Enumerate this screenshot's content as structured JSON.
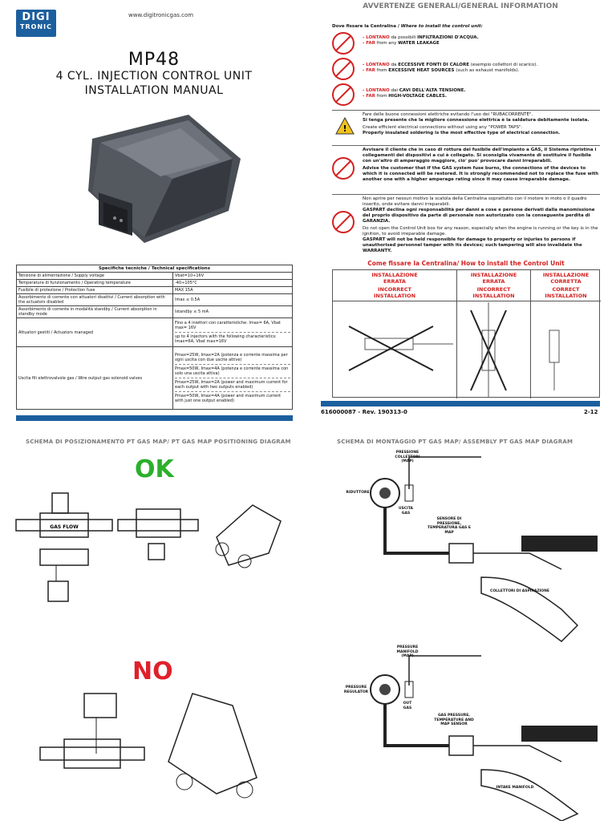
{
  "brand": {
    "logo_line1": "DIGI",
    "logo_line2": "TRONIC",
    "website": "www.digitronicgas.com"
  },
  "product": {
    "model": "MP48",
    "subtitle_line1": "4 CYL. INJECTION CONTROL UNIT",
    "subtitle_line2": "INSTALLATION MANUAL"
  },
  "specs": {
    "header": "Specifiche tecniche  / Technical specifications",
    "rows": [
      {
        "label": "Tensione di alimentazione / Supply voltage",
        "value": "Vbat=10÷16V"
      },
      {
        "label": "Temperatura di funzionamento / Operating temperature",
        "value": "-40÷105°C"
      },
      {
        "label": "Fusibile di protezione / Protection fuse",
        "value": "MAX 15A"
      },
      {
        "label": "Assorbimento di corrente con attuatori disattivi / Current absorption with the actuators disabled",
        "value": "Imax ≤ 0.5A"
      },
      {
        "label": "Assorbimento di corrente in modalità standby / Current absorption in standby mode",
        "value": "Istandby ≤ 5 mA"
      }
    ],
    "actuators_label": "Attuatori gestiti / Actuators managed",
    "actuators_values": [
      "Fino a 4 iniettori con caratteristiche: Imax= 6A, Vbat max= 16V",
      "up to 4 injectors with the following characteristics: Imax=6A, Vbat max=16V"
    ],
    "wire_label": "Uscita fili elettrovalvole gas / Wire output gas solenoid valves",
    "wire_values": [
      "Pmax=25W, Imax=2A (potenza e corrente massima per ogni uscita con due uscite attive)",
      "Pmax=50W, Imax=4A (potenza e corrente massima con solo una uscita attiva)",
      "Pmax=25W, Imax=2A (power and maximum current for each output with two outputs enabled)",
      "Pmax=50W, Imax=4A (power and maximum current with just one output enabled)"
    ]
  },
  "general_info": {
    "title": "AVVERTENZE GENERALI/GENERAL INFORMATION",
    "where_title": "Dove fissare la Centralina / ",
    "where_title_en": "Where to install the control unit:",
    "w1_it_a": "- LONTANO ",
    "w1_it_b": "da possibili ",
    "w1_it_c": "INFILTRAZIONI D'ACQUA.",
    "w1_en_a": "- FAR ",
    "w1_en_b": "from any ",
    "w1_en_c": "WATER LEAKAGE",
    "w2_it_a": "- LONTANO ",
    "w2_it_b": "da ",
    "w2_it_c": "ECCESSIVE FONTI DI CALORE",
    "w2_it_d": " (esempio collettori di scarico).",
    "w2_en_a": "- FAR ",
    "w2_en_b": "from ",
    "w2_en_c": "EXCESSIVE HEAT SOURCES",
    "w2_en_d": " (such as exhaust manifolds).",
    "w3_it_a": "- LONTANO ",
    "w3_it_b": "dai ",
    "w3_it_c": "CAVI DELL'ALTA TENSIONE.",
    "w3_en_a": "- FAR ",
    "w3_en_b": "from ",
    "w3_en_c": "HIGH-VOLTAGE CABLES.",
    "p1_it": "Fare delle buone connessioni elettriche evitando l'uso dei \"RUBACORRENTE\".",
    "p1_it_b": "Si tenga presente che la migliore connessione elettrica è la saldatura debitamente isolata.",
    "p1_en": "Create efficient electrical connections without using any \"POWER TAPS\".",
    "p1_en_b": "Properly insulated soldering is the most effective type of electrical connection.",
    "p2_it": "Avvisare il cliente che in caso di rottura del fusibile dell'impianto a GAS, il Sistema ripristina i collegamenti dei dispositivi a cui è collegato. Si sconsiglia vivamente di sostituire il fusibile con un'altro di amperaggio maggiore, cio' puo' provocare danni irreparabili.",
    "p2_en": "Advise the customer that if the GAS system fuse burns, the connections of the devices to which it is connected will be restored. It is strongly recommended not to replace the fuse with another one with a higher amperage rating since it may cause irreparable damage.",
    "p3_it": "Non aprire per nessun motivo la scatola della Centralina soprattutto con il motore in moto o il quadro inserito, onde evitare danni irreparabili.",
    "p3_it_b": "GASPART declina ogni responsabilità per danni a cose e persone derivati dalla manomissione del proprio dispositivo da parte di personale non autorizzato con la conseguente perdita di GARANZIA.",
    "p3_en": "Do not open the Control Unit box for any reason, especially when the engine is running or the key is in the ignition, to avoid irreparable damage.",
    "p3_en_b": "GASPART will not be held responsible for damage to property or injuries to persons if unauthorised personnel tamper with its devices; such tampering will also invalidate the WARRANTY."
  },
  "install": {
    "title": "Come fissare la Centralina/ How to install the Control Unit",
    "col1_it": "INSTALLAZIONE ERRATA",
    "col1_en": "INCORRECT INSTALLATION",
    "col2_it": "INSTALLAZIONE ERRATA",
    "col2_en": "INCORRECT INSTALLATION",
    "col3_it": "INSTALLAZIONE CORRETTA",
    "col3_en": "CORRECT INSTALLATION"
  },
  "footer": {
    "code": "616000087 - Rev. 190313-0",
    "page": "2-12"
  },
  "positioning": {
    "title": "SCHEMA DI POSIZIONAMENTO PT GAS MAP/ PT GAS MAP POSITIONING DIAGRAM",
    "ok": "OK",
    "no": "NO",
    "sensor_text": "GAS FLOW"
  },
  "assembly": {
    "title": "SCHEMA DI MONTAGGIO PT GAS MAP/ ASSEMBLY PT GAS MAP DIAGRAM",
    "it_pressure_manifold": "PRESSIONE COLLETTORI (MAP)",
    "it_reducer": "RIDUTTORE",
    "it_gas_out": "USCITA GAS",
    "it_sensor": "SENSORE DI PRESSIONE, TEMPERATURA GAS E MAP",
    "it_intake": "COLLETTORI DI ASPIRAZIONE",
    "en_pressure_manifold": "PRESSURE MANIFOLD (MAP)",
    "en_regulator": "PRESSURE REGULATOR",
    "en_gas_out": "OUT GAS",
    "en_sensor": "GAS PRESSURE, TEMPERATURE AND MAP SENSOR",
    "en_intake": "INTAKE MANIFOLD"
  }
}
